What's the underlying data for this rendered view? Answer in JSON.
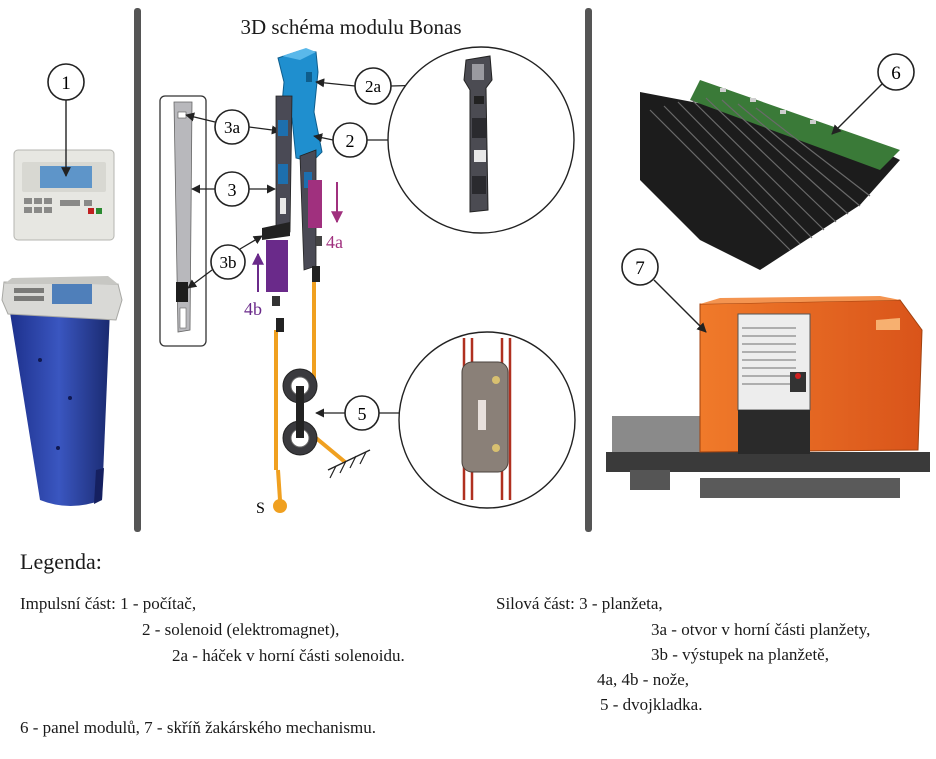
{
  "figure": {
    "title": "3D schéma modulu Bonas",
    "callouts": {
      "c1": "1",
      "c2": "2",
      "c2a": "2a",
      "c3": "3",
      "c3a": "3a",
      "c3b": "3b",
      "c4a": "4a",
      "c4b": "4b",
      "c5": "5",
      "c6": "6",
      "c7": "7",
      "s": "S"
    }
  },
  "legend": {
    "title": "Legenda:",
    "impulse": {
      "line1": "Impulsní část: 1 - počítač,",
      "line2": "2 - solenoid (elektromagnet),",
      "line3": "2a - háček v horní části solenoidu."
    },
    "power": {
      "line1": "Silová část: 3 - planžeta,",
      "line2": "3a - otvor v horní části planžety,",
      "line3": "3b - výstupek na planžetě,",
      "line4": "4a, 4b - nože,",
      "line5": "5 - dvojkladka."
    },
    "bottom": "6 - panel modulů, 7 - skříň žakárského mechanismu."
  },
  "colors": {
    "divider": "#555555",
    "blue_solenoid": "#1f8fcf",
    "magenta_knife": "#a0307e",
    "purple_knife": "#6a2a8a",
    "yellow_cord": "#f0a020",
    "orange_cabinet": "#e8661c"
  }
}
